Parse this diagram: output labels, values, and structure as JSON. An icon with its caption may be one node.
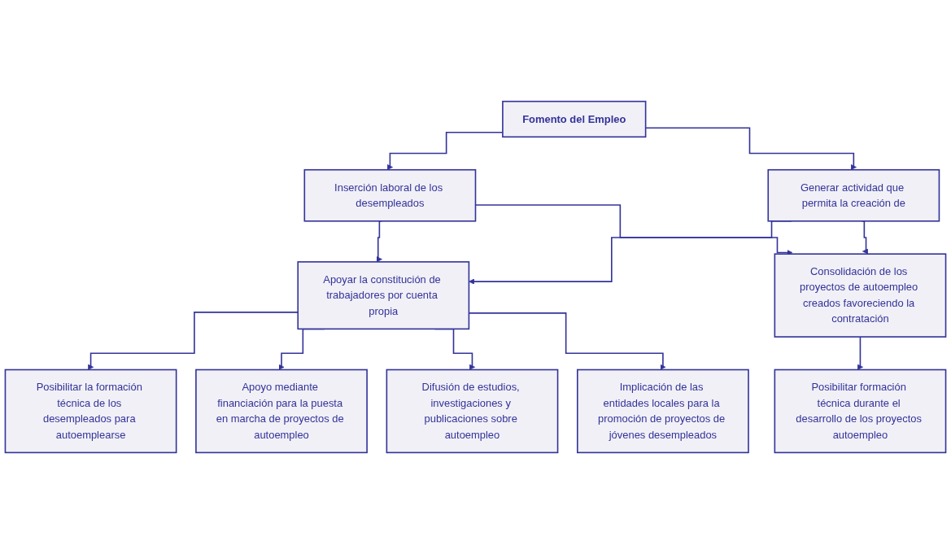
{
  "diagram": {
    "nodes": [
      {
        "text": [
          "Fomento del Empleo"
        ]
      },
      {
        "text": [
          "Inserción laboral de los desempleados"
        ]
      },
      {
        "text": [
          "Generar actividad que permita la creación de"
        ]
      },
      {
        "text": [
          "Apoyar la constitución de trabajadores por cuenta propia"
        ]
      },
      {
        "text": [
          "Consolidación de los proyectos de autoempleo creados favoreciendo la contratación"
        ]
      },
      {
        "text": [
          "Posibilitar la formación técnica de los desempleados para autoemplearse"
        ]
      },
      {
        "text": [
          "Apoyo mediante financiación para la puesta en marcha de proyectos de autoempleo"
        ]
      },
      {
        "text": [
          "Difusión de estudios, investigaciones y publicaciones sobre autoempleo"
        ]
      },
      {
        "text": [
          "Implicación de las entidades locales para la promoción de proyectos de jóvenes desempleados"
        ]
      },
      {
        "text": [
          "Posibilitar formación técnica durante el desarrollo de los proyectos autoempleo"
        ]
      }
    ],
    "edges": [
      {
        "from": 0,
        "to": 1,
        "arrow": "to"
      },
      {
        "from": 0,
        "to": 2,
        "arrow": "to"
      },
      {
        "from": 1,
        "to": 3,
        "arrow": "to"
      },
      {
        "from": 1,
        "to": 4,
        "arrow": "to"
      },
      {
        "from": 2,
        "to": 3,
        "arrow": "to"
      },
      {
        "from": 2,
        "to": 4,
        "arrow": "to"
      },
      {
        "from": 3,
        "to": 5,
        "arrow": "to"
      },
      {
        "from": 3,
        "to": 6,
        "arrow": "to"
      },
      {
        "from": 3,
        "to": 7,
        "arrow": "to"
      },
      {
        "from": 3,
        "to": 8,
        "arrow": "to"
      },
      {
        "from": 4,
        "to": 9,
        "arrow": "to"
      }
    ]
  }
}
